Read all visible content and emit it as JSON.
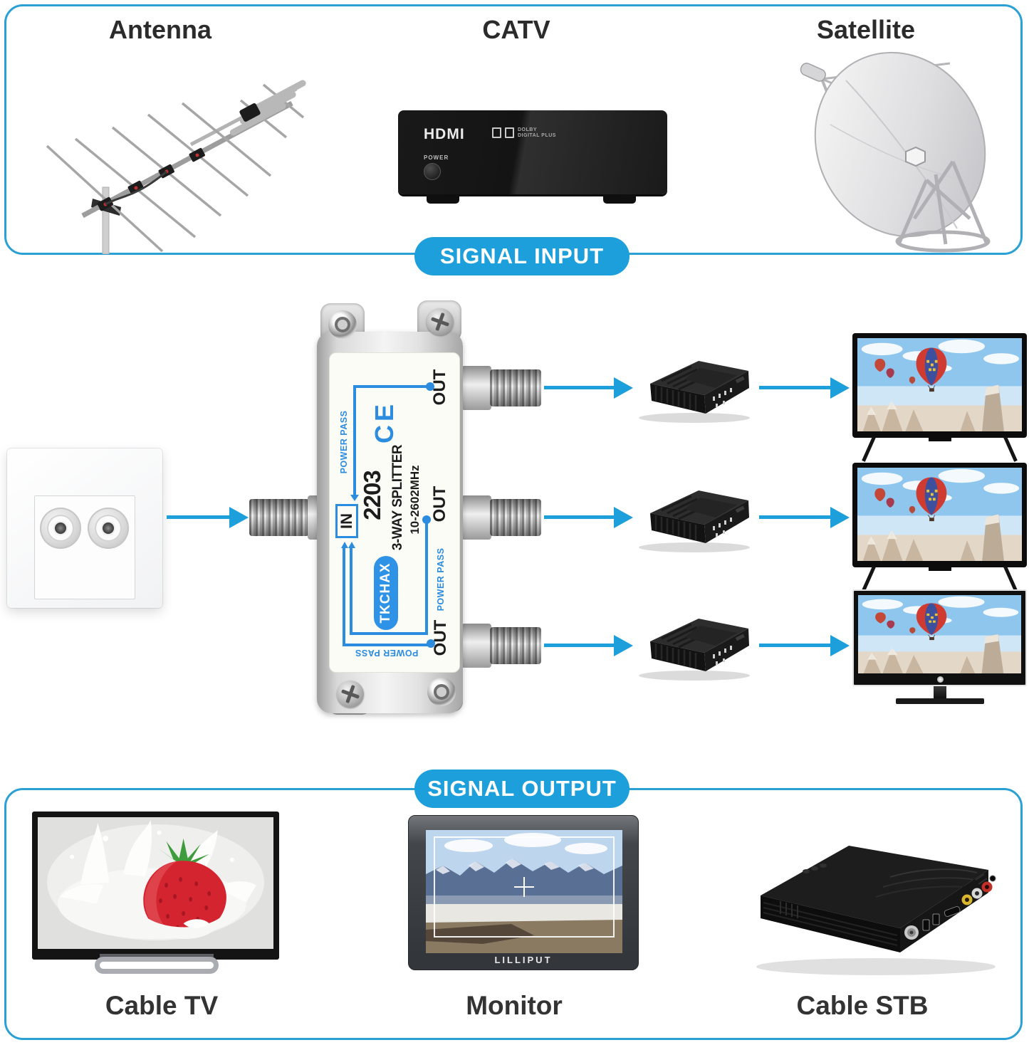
{
  "colors": {
    "accent": "#1d9fdc",
    "box_border": "#2aa0d4",
    "diagram_blue": "#2b8ce0"
  },
  "sections": {
    "input": {
      "badge": "SIGNAL INPUT",
      "columns": [
        {
          "label": "Antenna"
        },
        {
          "label": "CATV"
        },
        {
          "label": "Satellite"
        }
      ]
    },
    "output": {
      "badge": "SIGNAL OUTPUT",
      "columns": [
        {
          "label": "Cable TV"
        },
        {
          "label": "Monitor"
        },
        {
          "label": "Cable STB"
        }
      ]
    }
  },
  "splitter": {
    "model": "2203",
    "type_label": "3-WAY SPLITTER",
    "frequency_range": "10-2602MHz",
    "brand": "TKCHAX",
    "certification_mark": "CE",
    "in_port_label": "IN",
    "out_port_label": "OUT",
    "power_pass_label": "POWER PASS"
  },
  "catv_receiver": {
    "hdmi_logo": "HDMI",
    "dolby_logo_line1": "DOLBY",
    "dolby_logo_line2": "DIGITAL PLUS",
    "power_button_label": "POWER"
  },
  "monitor_device": {
    "brand": "LILLIPUT"
  }
}
